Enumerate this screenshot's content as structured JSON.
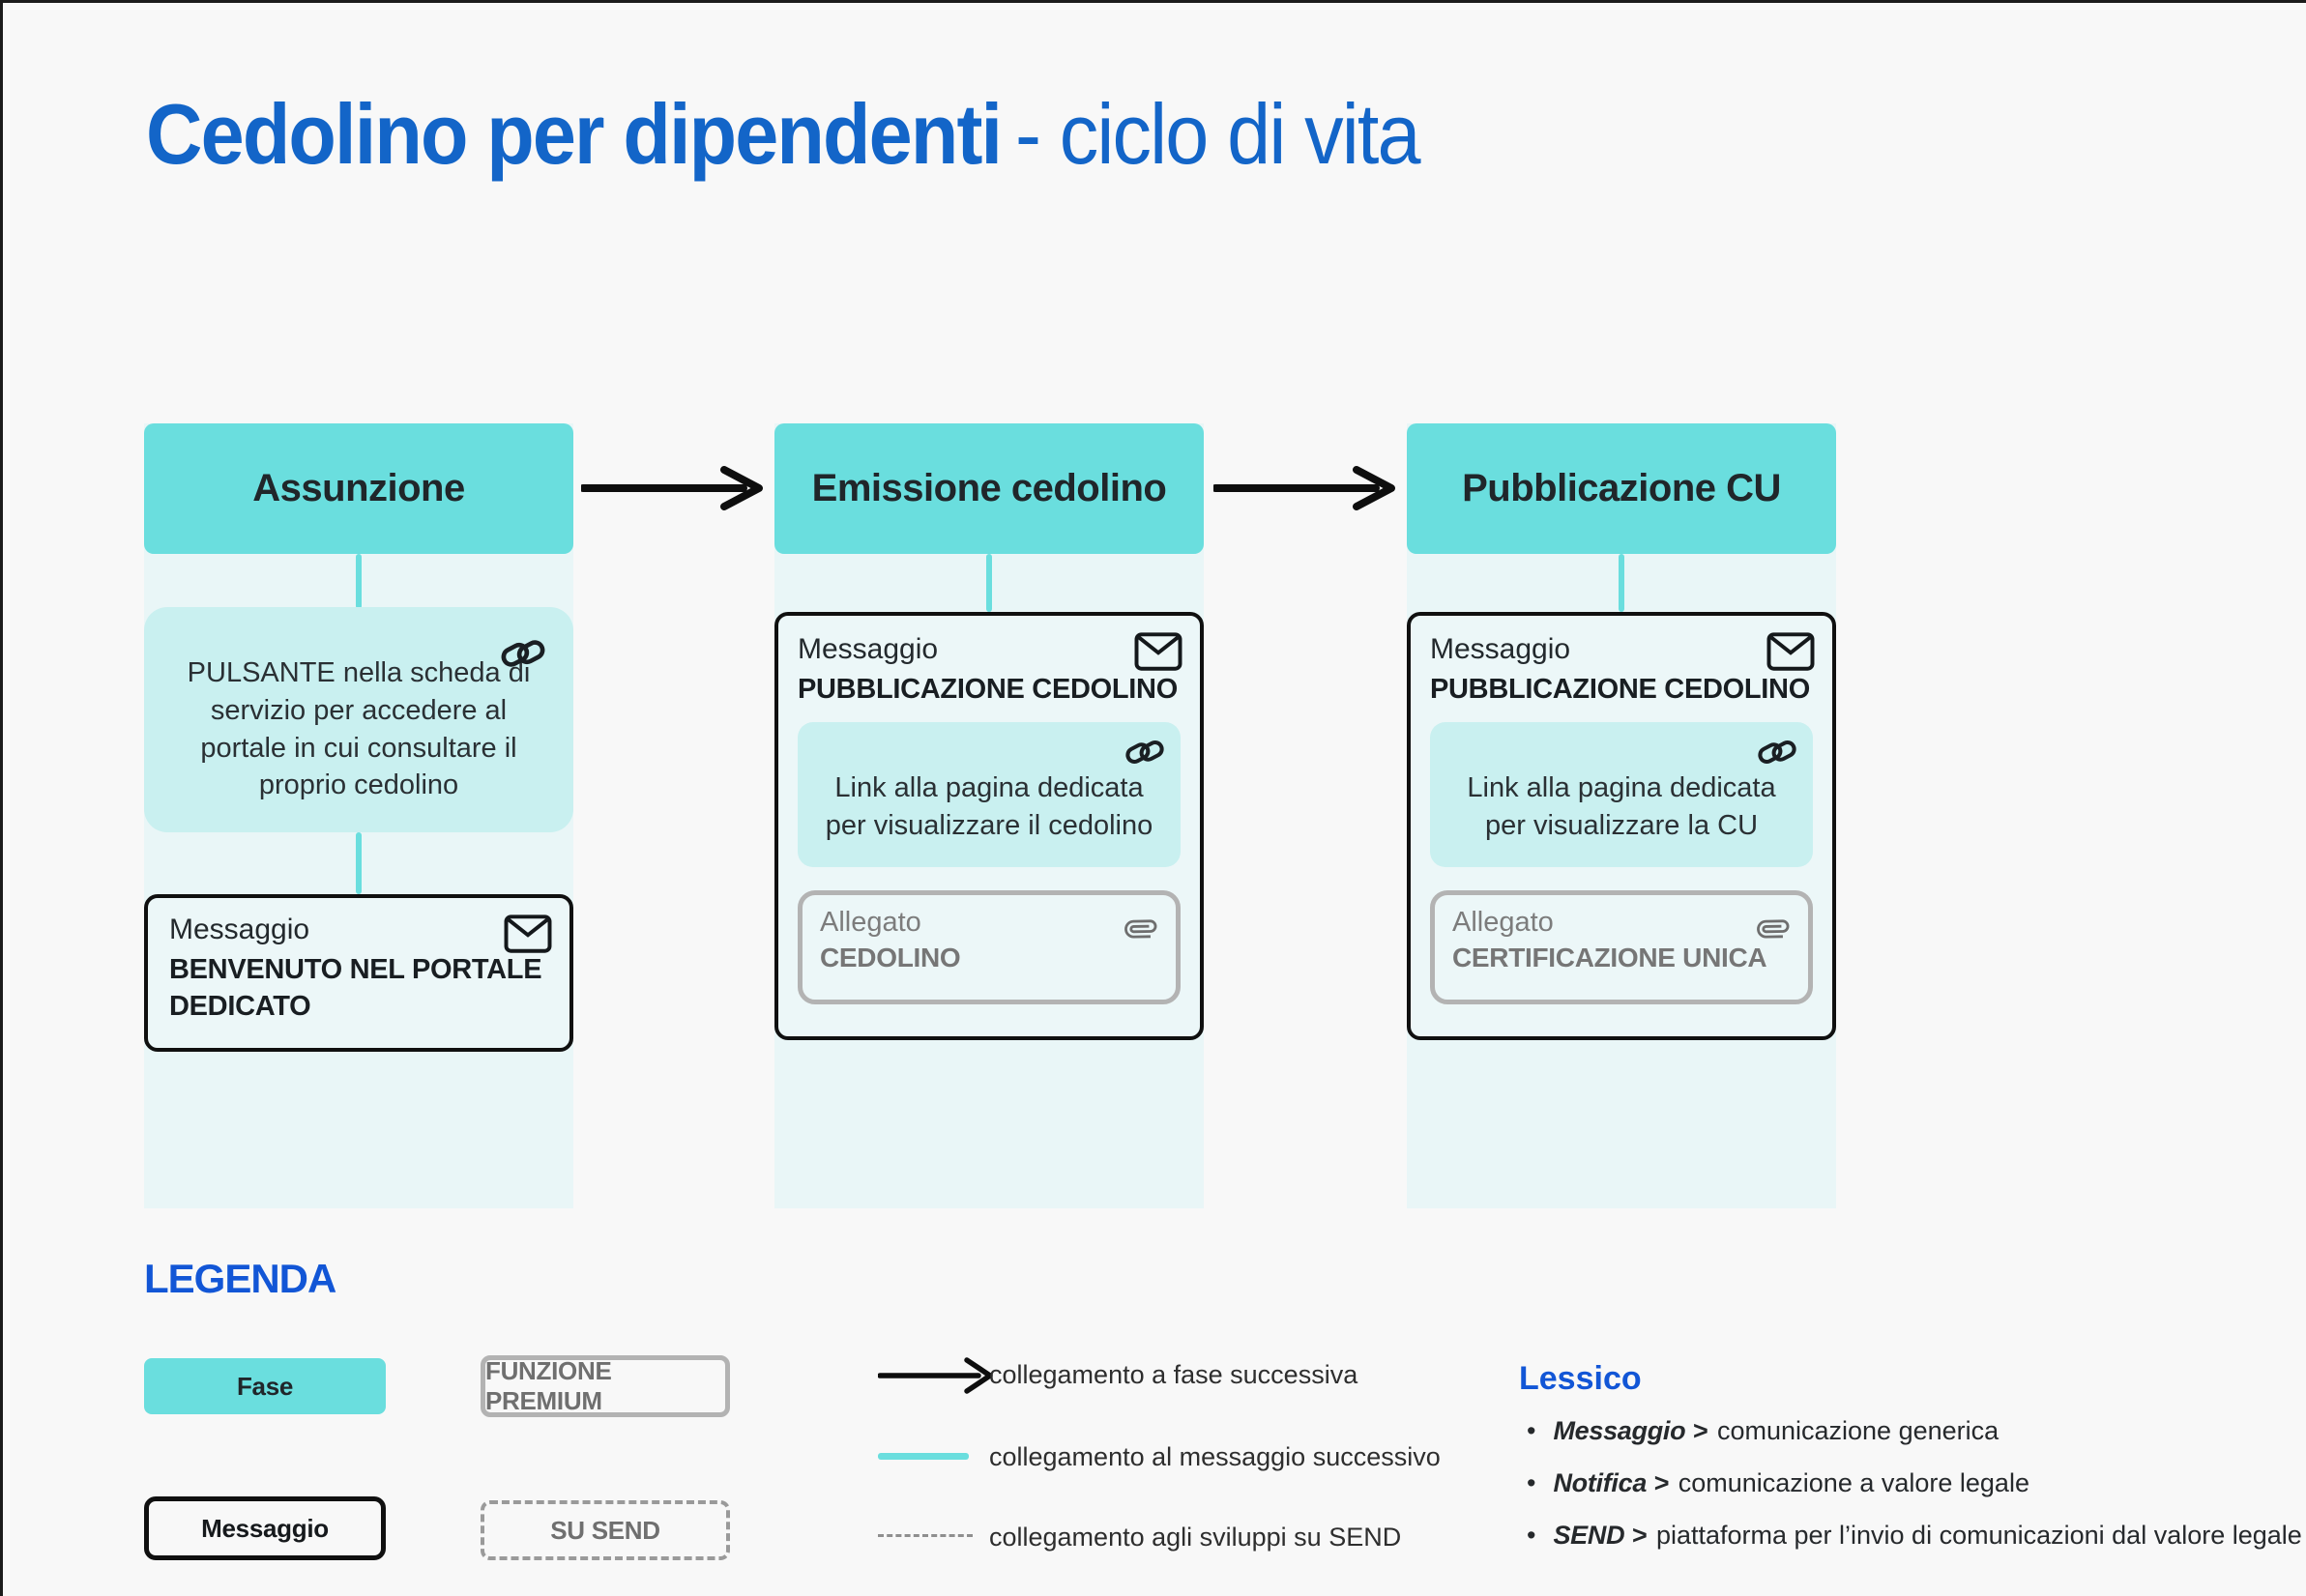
{
  "title": {
    "bold": "Cedolino per dipendenti",
    "light": "- ciclo di vita"
  },
  "colors": {
    "phase_teal": "#6ADEDE",
    "link_card_teal": "#C9F0F0",
    "column_background": "#E9F6F7",
    "title_blue": "#1365C8",
    "legend_blue": "#1256D6",
    "gray_border": "#B3B3B3",
    "gray_text": "#757575"
  },
  "columns": [
    {
      "phase": "Assunzione",
      "link_card": {
        "text": "PULSANTE nella scheda di servizio per accedere al portale in cui consultare il proprio cedolino",
        "icon": "link-icon"
      },
      "message_card": {
        "label": "Messaggio",
        "title": "BENVENUTO NEL PORTALE DEDICATO",
        "icon": "envelope-icon"
      }
    },
    {
      "phase": "Emissione cedolino",
      "message_card": {
        "label": "Messaggio",
        "title": "PUBBLICAZIONE CEDOLINO",
        "icon": "envelope-icon",
        "link_card": {
          "text": "Link alla pagina dedicata per visualizzare il cedolino",
          "icon": "link-icon"
        },
        "attachment": {
          "label": "Allegato",
          "title": "CEDOLINO",
          "icon": "paperclip-icon"
        }
      }
    },
    {
      "phase": "Pubblicazione CU",
      "message_card": {
        "label": "Messaggio",
        "title": "PUBBLICAZIONE CEDOLINO",
        "icon": "envelope-icon",
        "link_card": {
          "text": "Link alla pagina dedicata per visualizzare la CU",
          "icon": "link-icon"
        },
        "attachment": {
          "label": "Allegato",
          "title": "CERTIFICAZIONE UNICA",
          "icon": "paperclip-icon"
        }
      }
    }
  ],
  "legend": {
    "heading": "LEGENDA",
    "fase": "Fase",
    "premium": "FUNZIONE PREMIUM",
    "messaggio": "Messaggio",
    "su_send": "SU SEND",
    "lines": [
      {
        "symbol": "black-arrow",
        "label": "collegamento a fase successiva"
      },
      {
        "symbol": "teal-line",
        "label": "collegamento al messaggio successivo"
      },
      {
        "symbol": "dashed-line",
        "label": "collegamento agli sviluppi su SEND"
      }
    ]
  },
  "lessico": {
    "heading": "Lessico",
    "entries": [
      {
        "term": "Messaggio >",
        "definition": "comunicazione generica"
      },
      {
        "term": "Notifica >",
        "definition": "comunicazione a valore legale"
      },
      {
        "term": "SEND >",
        "definition": "piattaforma per  l’invio di comunicazioni dal valore legale"
      }
    ]
  }
}
